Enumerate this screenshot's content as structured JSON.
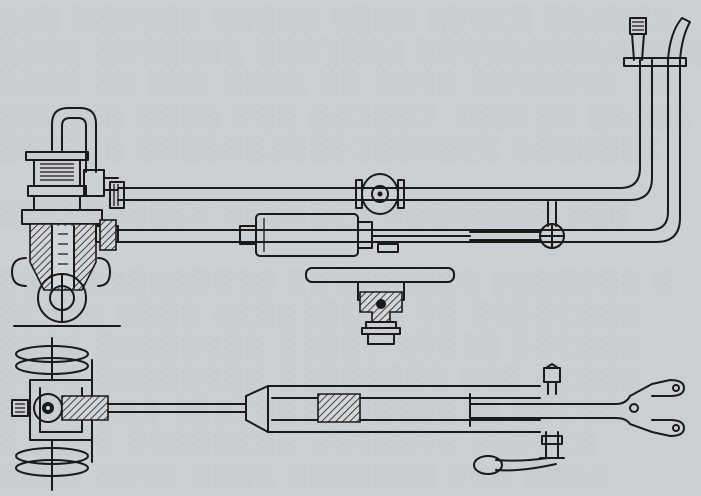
{
  "figure": {
    "kind": "engraved technical drawing",
    "views": [
      "elevation-view",
      "detail-fitting",
      "plan-view"
    ],
    "ink_color": "#1a1a1a",
    "paper_color": "#ccd0d4"
  }
}
